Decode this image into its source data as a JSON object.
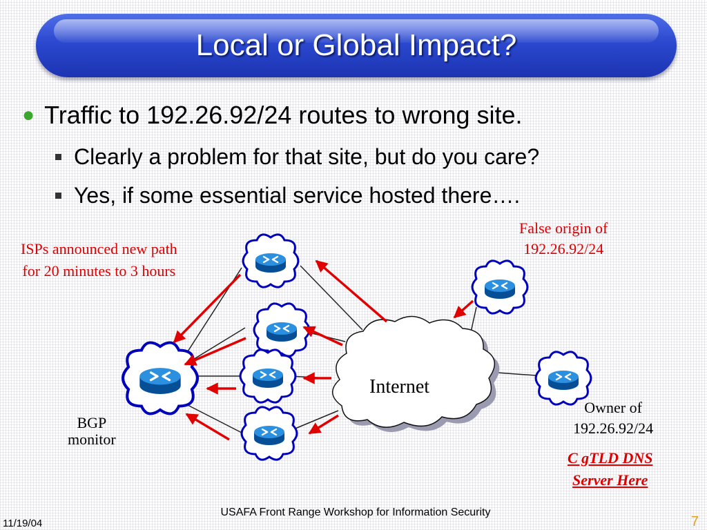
{
  "slide": {
    "title": "Local or Global Impact?",
    "bullet_main": "Traffic to 192.26.92/24 routes to wrong site.",
    "sub_bullets": [
      "Clearly a problem for that site, but do you care?",
      "Yes, if some essential service hosted there…."
    ]
  },
  "diagram": {
    "isp_note_line1": "ISPs announced new path",
    "isp_note_line2": "for 20 minutes to 3 hours",
    "false_origin_line1": "False origin of",
    "false_origin_line2": "192.26.92/24",
    "internet_label": "Internet",
    "bgp_line1": "BGP",
    "bgp_line2": "monitor",
    "owner_line1": "Owner of",
    "owner_line2": "192.26.92/24",
    "dns_line1": "C gTLD DNS",
    "dns_line2": "Server Here",
    "colors": {
      "arrow": "#e00000",
      "router": "#0a70c8",
      "cloud_outline": "#0000bb",
      "label_red": "#dd0000"
    }
  },
  "footer": {
    "date": "11/19/04",
    "center": "USAFA Front Range Workshop for Information Security",
    "page": "7"
  }
}
